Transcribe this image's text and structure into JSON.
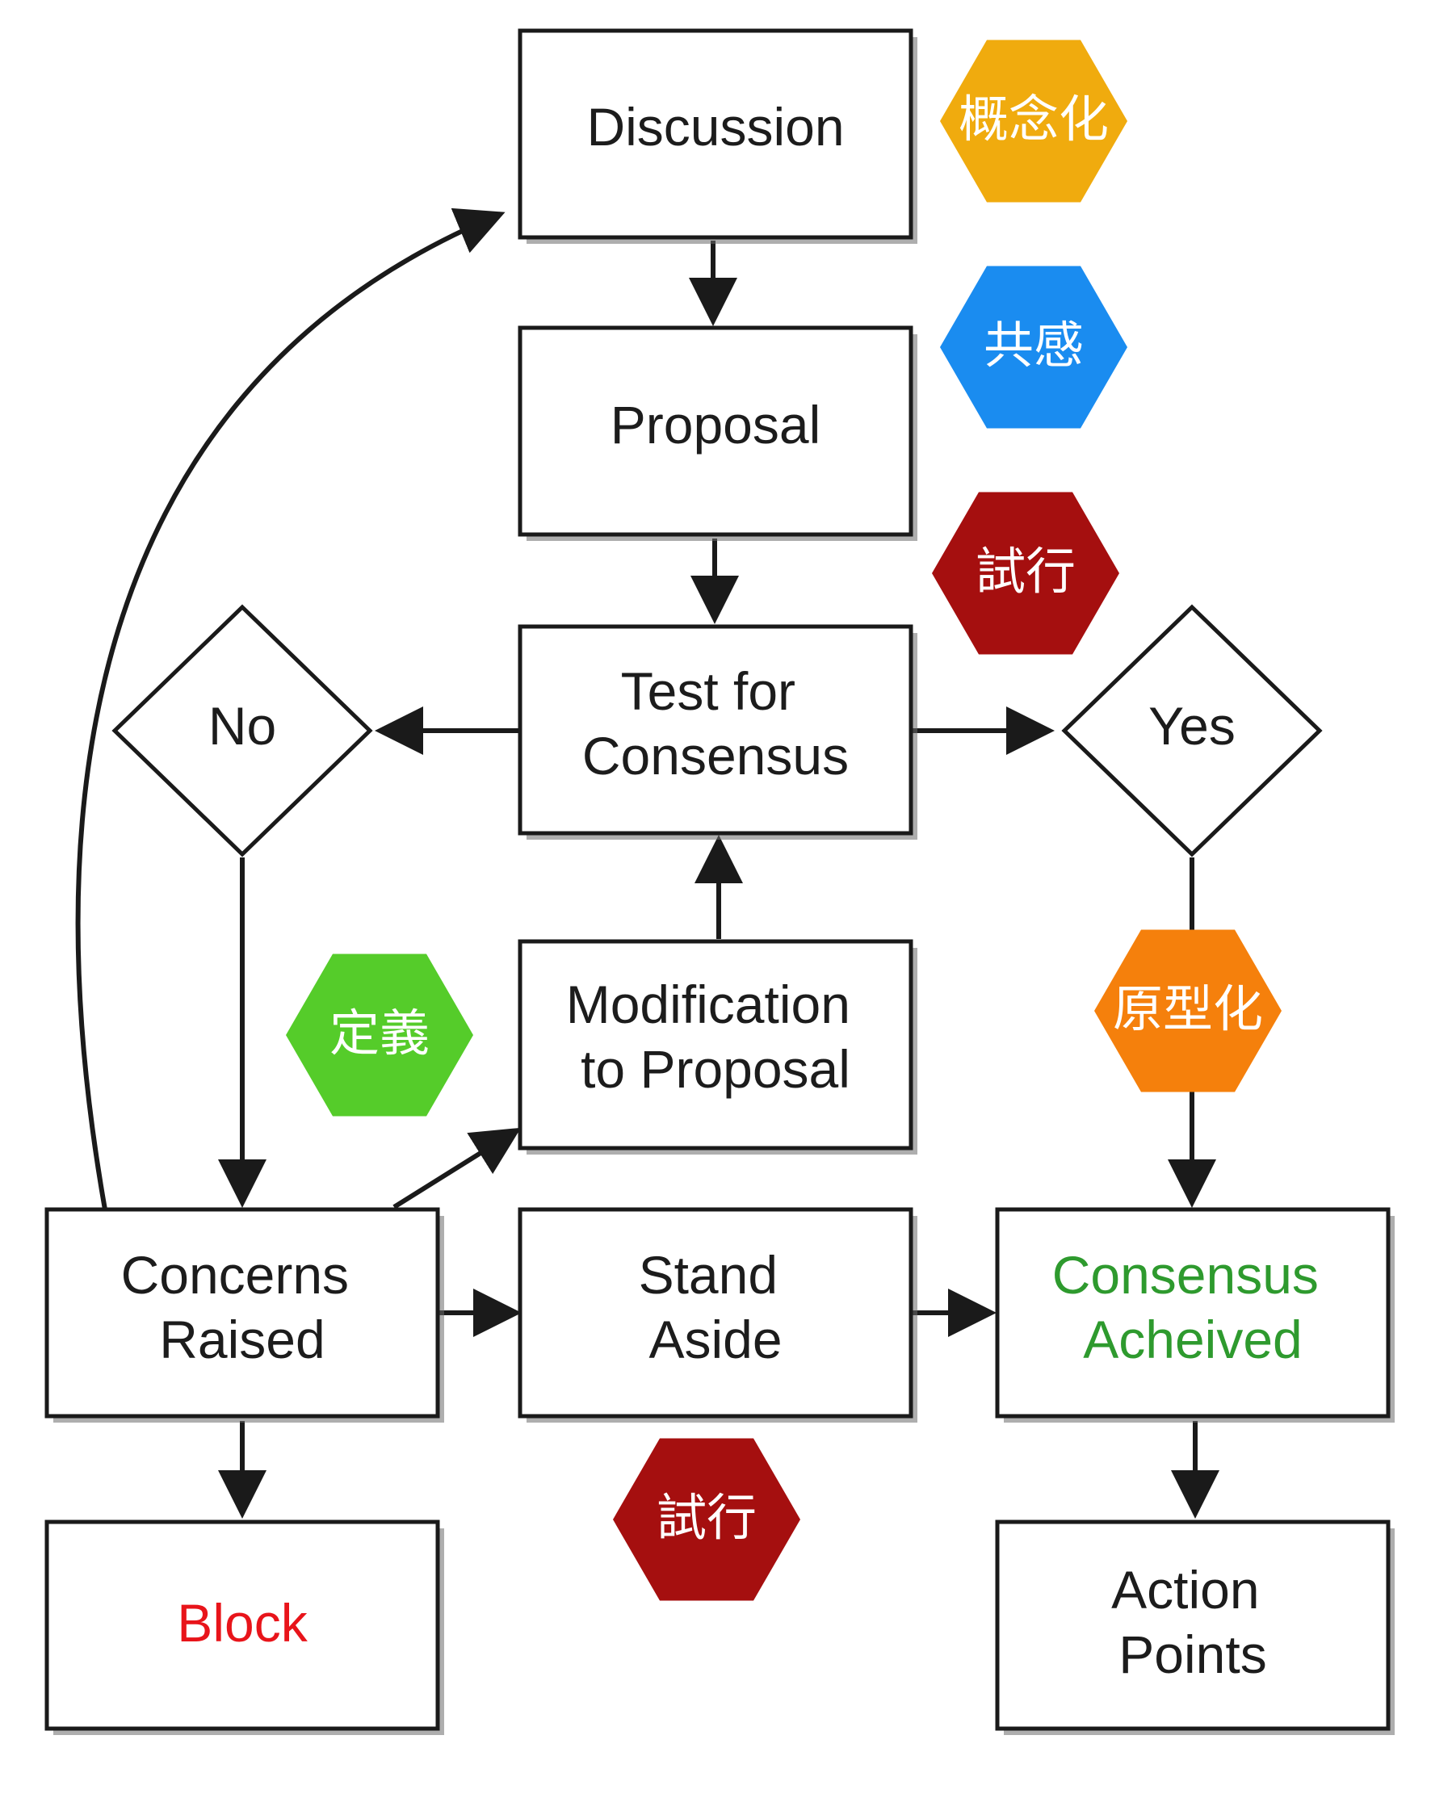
{
  "nodes": {
    "discussion": {
      "lines": [
        "Discussion"
      ]
    },
    "proposal": {
      "lines": [
        "Proposal"
      ]
    },
    "test": {
      "lines": [
        "Test for",
        "Consensus"
      ]
    },
    "no": {
      "lines": [
        "No"
      ]
    },
    "yes": {
      "lines": [
        "Yes"
      ]
    },
    "modification": {
      "lines": [
        "Modification",
        "to Proposal"
      ]
    },
    "concerns": {
      "lines": [
        "Concerns",
        "Raised"
      ]
    },
    "stand": {
      "lines": [
        "Stand",
        "Aside"
      ]
    },
    "achieved": {
      "lines": [
        "Consensus",
        "Acheived"
      ],
      "color": "#2e9a2e"
    },
    "block": {
      "lines": [
        "Block"
      ],
      "color": "#e8141a"
    },
    "action": {
      "lines": [
        "Action",
        "Points"
      ]
    }
  },
  "badges": {
    "concept": {
      "label": "概念化",
      "color": "#f0ab0e"
    },
    "empathy": {
      "label": "共感",
      "color": "#1a8cf0"
    },
    "trial_top": {
      "label": "試行",
      "color": "#a50f0f"
    },
    "define": {
      "label": "定義",
      "color": "#55cc2a"
    },
    "prototype": {
      "label": "原型化",
      "color": "#f5800c"
    },
    "trial_bottom": {
      "label": "試行",
      "color": "#a50f0f"
    }
  }
}
